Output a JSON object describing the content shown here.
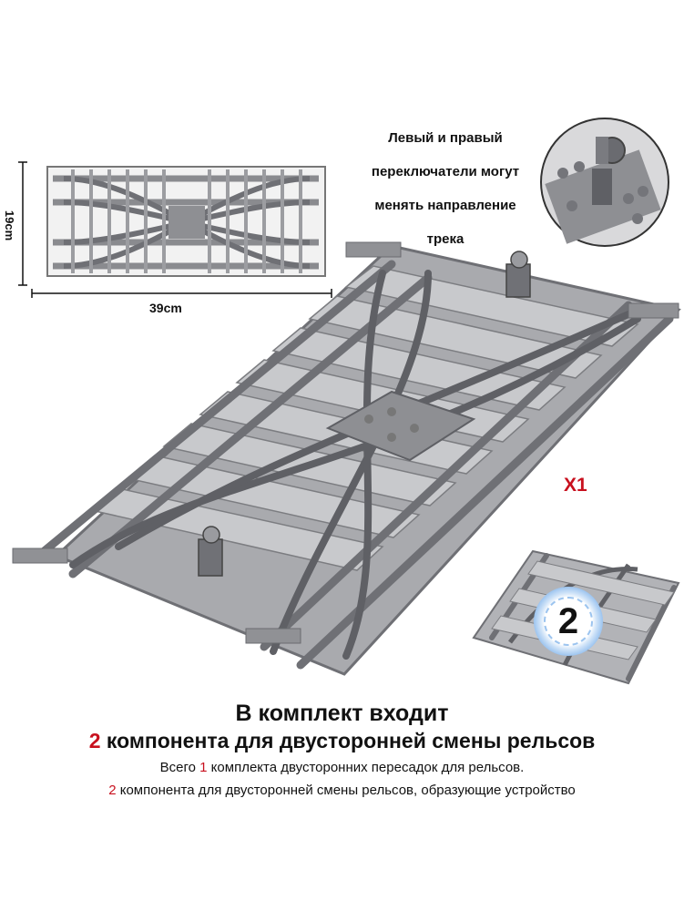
{
  "callout": {
    "line1": "Левый и правый",
    "line2": "переключатели могут",
    "line3": "менять направление",
    "line4": "трека"
  },
  "dimensions": {
    "width": "39cm",
    "height": "19cm"
  },
  "quantity_label": "X1",
  "badge_number": "2",
  "footer": {
    "line1": "В комплект входит",
    "line2_num": "2",
    "line2_text": " компонента для двусторонней смены рельсов",
    "line3_pre": "Всего ",
    "line3_num": "1",
    "line3_post": " комплекта двусторонних пересадок для рельсов.",
    "line4_num": "2",
    "line4_text": " компонента для двусторонней смены рельсов, образующие устройство"
  },
  "colors": {
    "accent_red": "#c8101e",
    "track_gray": "#8e8f93",
    "track_dark": "#6f7075",
    "badge_blue": "#7fb2ea"
  }
}
